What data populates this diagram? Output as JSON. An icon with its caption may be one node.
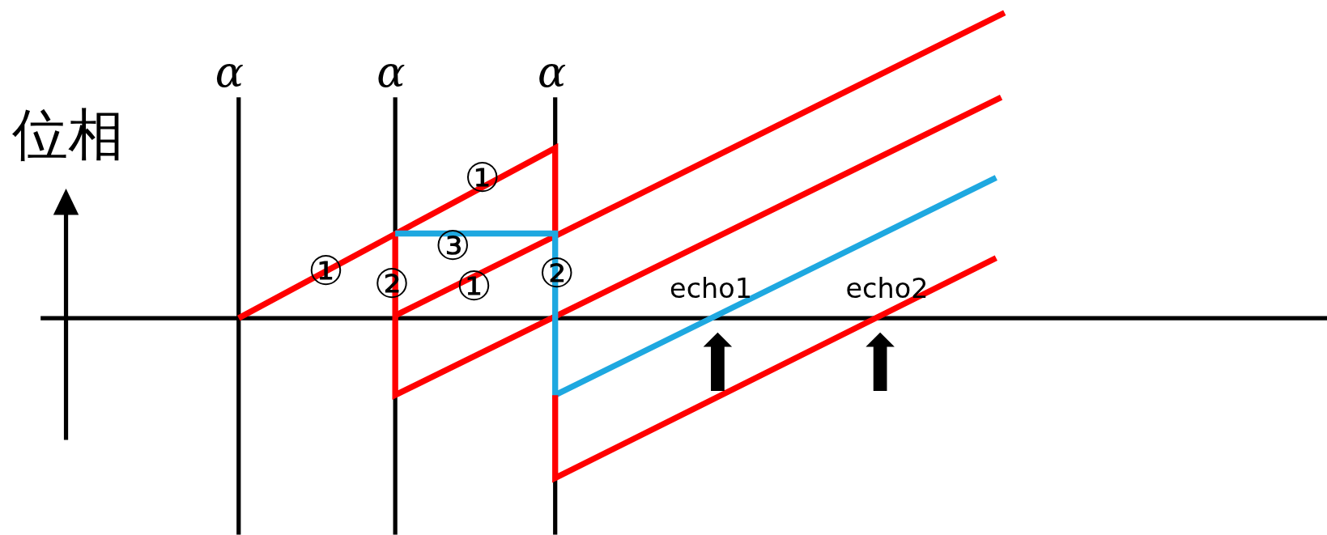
{
  "diagram": {
    "labels": [
      "α",
      "α",
      "α",
      "位相",
      "①",
      "③",
      "①",
      "②",
      "①",
      "②",
      "echo1",
      "echo2"
    ]
  }
}
